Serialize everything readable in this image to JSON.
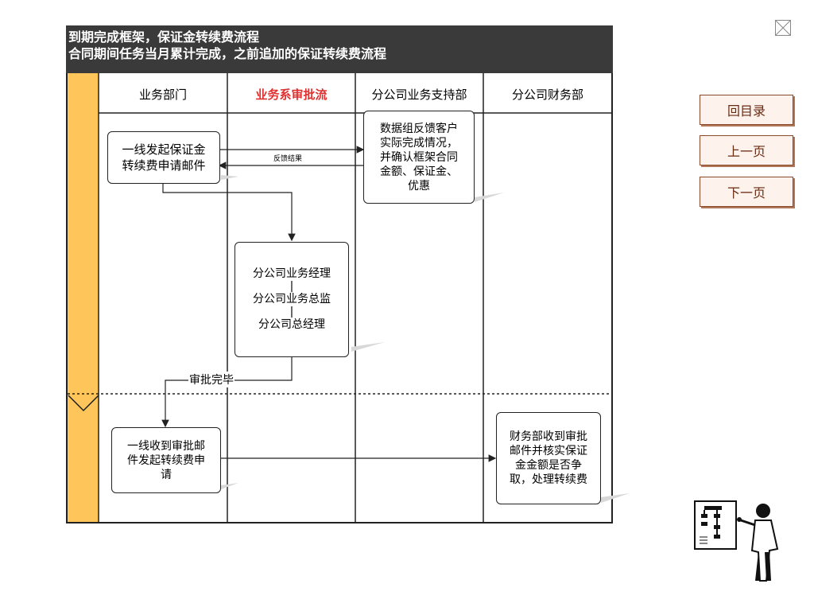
{
  "title": {
    "line1": "到期完成框架，保证金转续费流程",
    "line2": "合同期间任务当月累计完成，之前追加的保证转续费流程"
  },
  "lanes": [
    "业务部门",
    "业务系审批流",
    "分公司业务支持部",
    "分公司财务部"
  ],
  "boxes": {
    "start": [
      "一线发起保证金",
      "转续费申请邮件"
    ],
    "data_team": [
      "数据组反馈客户",
      "实际完成情况，",
      "并确认框架合同",
      "金额、保证金、",
      "优惠"
    ],
    "approval": [
      "分公司业务经理",
      "|",
      "分公司业务总监",
      "|",
      "分公司总经理"
    ],
    "receive": [
      "一线收到审批邮",
      "件发起转续费申",
      "请"
    ],
    "finance": [
      "财务部收到审批",
      "邮件并核实保证",
      "金金额是否争",
      "取，处理转续费"
    ]
  },
  "labels": {
    "feedback": "反馈结果",
    "approval_done": "审批完毕"
  },
  "nav": {
    "toc": "回目录",
    "prev": "上一页",
    "next": "下一页"
  },
  "colors": {
    "title_bg": "#3a3a3a",
    "band": "#fdc55a",
    "highlight_lane": "#e03030"
  }
}
